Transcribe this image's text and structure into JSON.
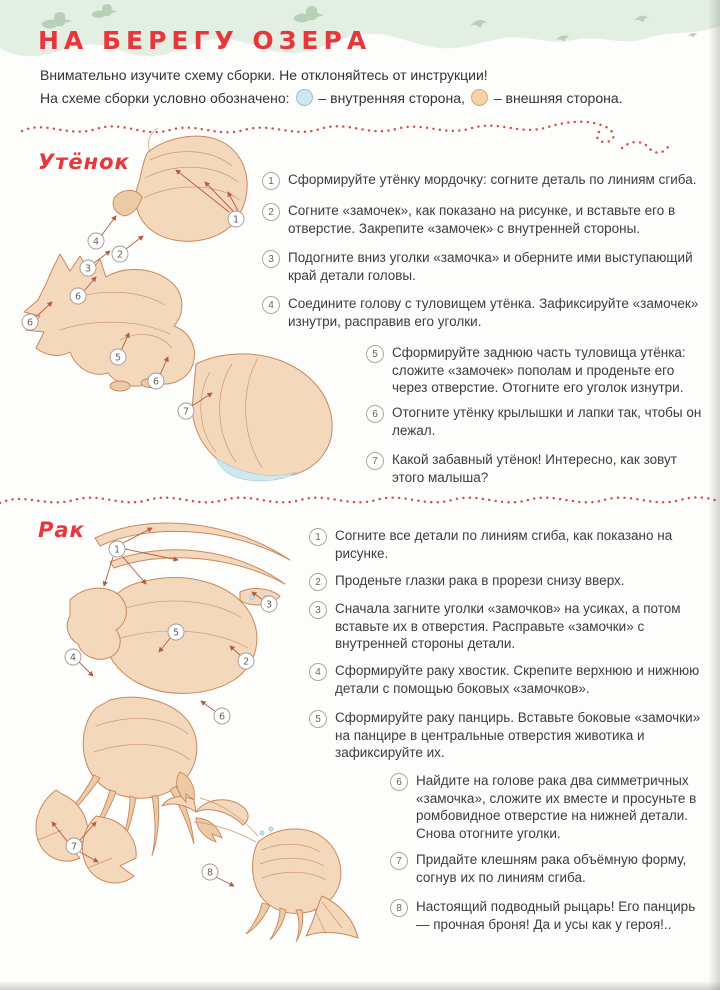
{
  "page": {
    "title": "НА БЕРЕГУ ОЗЕРА",
    "intro": "Внимательно изучите схему сборки. Не отклоняйтесь от инструкции!",
    "legend_label": "На схеме сборки условно обозначено:",
    "legend_inner": "– внутренняя сторона,",
    "legend_outer": "– внешняя сторона."
  },
  "colors": {
    "accent_red": "#e8363d",
    "band_green": "#e3efe2",
    "silhouette_green": "#b7d1b8",
    "paper_fill": "#f4d8bb",
    "paper_stroke": "#c9885e",
    "inner_side_blue": "#cfe8ee",
    "outer_side_peach": "#f8d2a6"
  },
  "duck": {
    "heading": "Утёнок",
    "steps": [
      {
        "num": "1",
        "text": "Сформируйте утёнку мордочку: согните деталь по линиям сгиба."
      },
      {
        "num": "2",
        "text": "Согните «замочек», как показано на рисунке, и вставьте его в отверстие. Закрепите «замочек» с внутренней стороны."
      },
      {
        "num": "3",
        "text": "Подогните вниз уголки «замочка» и оберните ими выступающий край детали головы."
      },
      {
        "num": "4",
        "text": "Соедините голову с туловищем утёнка. Зафиксируйте «замочек» изнутри, расправив его уголки."
      },
      {
        "num": "5",
        "text": "Сформируйте заднюю часть туловища утёнка: сложите «замочек» пополам и  проденьте его через отверстие. Отогните его уголок изнутри."
      },
      {
        "num": "6",
        "text": "Отогните утёнку крылышки и лапки так, чтобы он лежал."
      },
      {
        "num": "7",
        "text": "Какой забавный утёнок! Интересно, как зовут этого малыша?"
      }
    ],
    "markers": [
      "1",
      "4",
      "2",
      "3",
      "6",
      "6",
      "5",
      "6",
      "7"
    ]
  },
  "crayfish": {
    "heading": "Рак",
    "steps": [
      {
        "num": "1",
        "text": "Согните все детали по линиям сгиба, как показано на рисунке."
      },
      {
        "num": "2",
        "text": "Проденьте глазки рака в прорези снизу вверх."
      },
      {
        "num": "3",
        "text": "Сначала загните уголки «замочков» на усиках, а потом вставьте их в отверстия. Расправьте «замочки» с внутренней стороны детали."
      },
      {
        "num": "4",
        "text": "Сформируйте раку хвостик. Скрепите верхнюю и нижнюю детали с помощью боковых «замочков»."
      },
      {
        "num": "5",
        "text": "Сформируйте раку панцирь. Вставьте боковые «замочки» на панцире в центральные отверстия животика и зафиксируйте их."
      },
      {
        "num": "6",
        "text": "Найдите на голове рака два симметричных «замочка», сложите их вместе и просуньте в ромбовидное отверстие на нижней детали. Снова отогните  уголки."
      },
      {
        "num": "7",
        "text": "Придайте клешням рака объёмную форму, согнув их по линиям сгиба."
      },
      {
        "num": "8",
        "text": "Настоящий подводный рыцарь! Его панцирь — прочная броня! Да и усы как у героя!.."
      }
    ],
    "markers": [
      "1",
      "3",
      "5",
      "4",
      "2",
      "6",
      "7",
      "8"
    ]
  }
}
